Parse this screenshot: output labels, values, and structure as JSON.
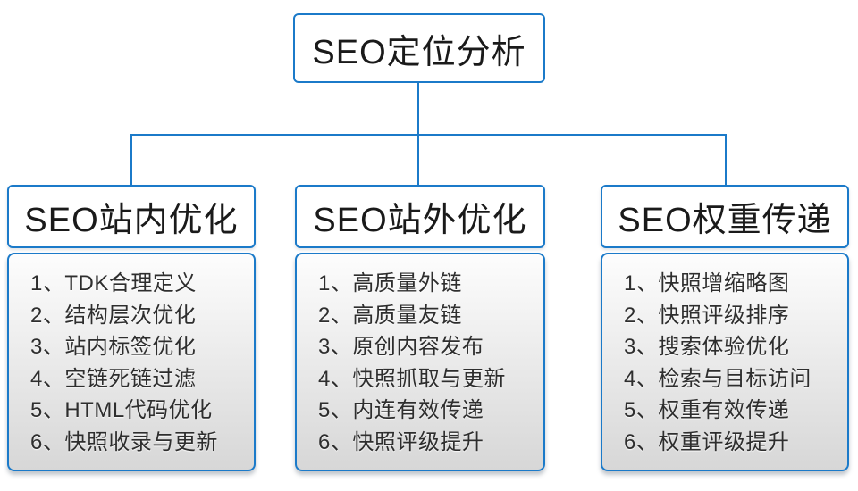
{
  "root": {
    "title": "SEO定位分析"
  },
  "columns": [
    {
      "title": "SEO站内优化",
      "items": [
        "1、TDK合理定义",
        "2、结构层次优化",
        "3、站内标签优化",
        "4、空链死链过滤",
        "5、HTML代码优化",
        "6、快照收录与更新"
      ]
    },
    {
      "title": "SEO站外优化",
      "items": [
        "1、高质量外链",
        "2、高质量友链",
        "3、原创内容发布",
        "4、快照抓取与更新",
        "5、内连有效传递",
        "6、快照评级提升"
      ]
    },
    {
      "title": "SEO权重传递",
      "items": [
        "1、快照增缩略图",
        "2、快照评级排序",
        "3、搜索体验优化",
        "4、检索与目标访问",
        "5、权重有效传递",
        "6、权重评级提升"
      ]
    }
  ],
  "colors": {
    "connector_and_border_blue": "#1b7ac9",
    "node_fill": "#ffffff",
    "list_gradient_top": "#fdfdfd",
    "list_gradient_bottom": "#d7d7d7",
    "text": "#2e2e2e"
  }
}
